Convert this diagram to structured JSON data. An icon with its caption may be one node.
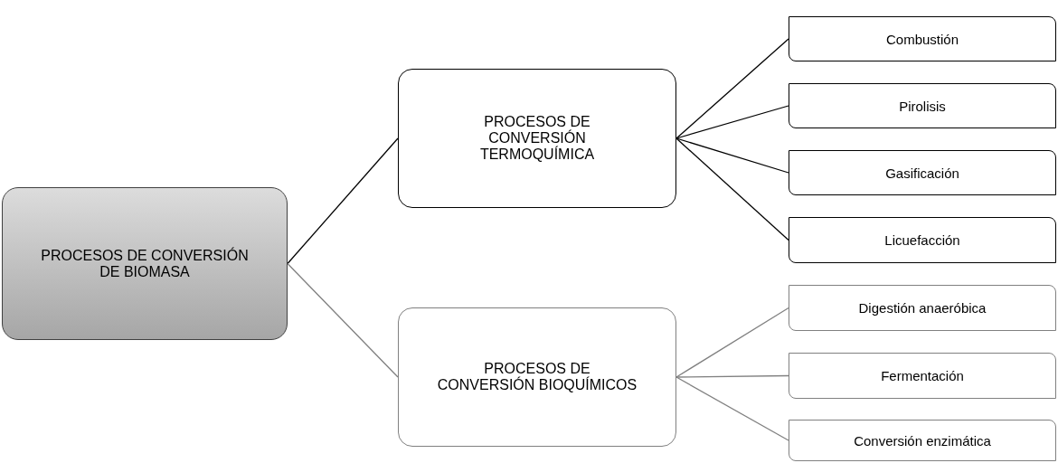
{
  "diagram": {
    "nodes": [
      {
        "text": [
          "PROCESOS DE CONVERSIÓN DE BIOMASA"
        ]
      },
      {
        "text": [
          "PROCESOS DE CONVERSIÓN TERMOQUÍMICA"
        ]
      },
      {
        "text": [
          "PROCESOS DE CONVERSIÓN BIOQUÍMICOS"
        ]
      },
      {
        "text": [
          "Combustión"
        ]
      },
      {
        "text": [
          "Pirolisis"
        ]
      },
      {
        "text": [
          "Gasificación"
        ]
      },
      {
        "text": [
          "Licuefacción"
        ]
      },
      {
        "text": [
          "Digestión anaeróbica"
        ]
      },
      {
        "text": [
          "Fermentación"
        ]
      },
      {
        "text": [
          "Conversión enzimática"
        ]
      }
    ],
    "edges": [
      {
        "from": 0,
        "to": 1,
        "arrow": "none"
      },
      {
        "from": 0,
        "to": 2,
        "arrow": "none",
        "color": "#808080"
      },
      {
        "from": 1,
        "to": 3,
        "arrow": "none"
      },
      {
        "from": 1,
        "to": 4,
        "arrow": "none"
      },
      {
        "from": 1,
        "to": 5,
        "arrow": "none"
      },
      {
        "from": 1,
        "to": 6,
        "arrow": "none"
      },
      {
        "from": 2,
        "to": 7,
        "arrow": "none",
        "color": "#808080"
      },
      {
        "from": 2,
        "to": 8,
        "arrow": "none",
        "color": "#808080"
      },
      {
        "from": 2,
        "to": 9,
        "arrow": "none",
        "color": "#808080"
      }
    ]
  }
}
